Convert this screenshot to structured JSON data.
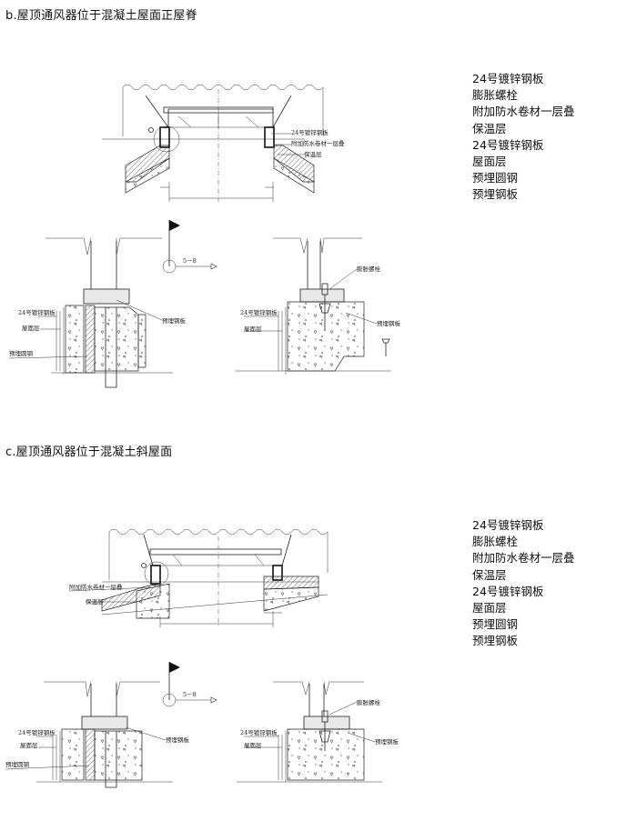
{
  "sections": [
    {
      "title": "b.屋顶通风器位于混凝土屋面正屋脊",
      "legend": [
        "24号镀锌钢板",
        "膨胀螺栓",
        "附加防水卷材一层叠",
        "保温层",
        "24号镀锌钢板",
        "屋面层",
        "预埋圆钢",
        "预埋钢板"
      ],
      "main_labels": [
        "24号镀锌钢板",
        "附加防水卷材一层叠",
        "保温层"
      ],
      "detail_left": {
        "section_mark": "5－8",
        "labels": [
          "24号镀锌钢板",
          "屋面层",
          "预埋钢板",
          "预埋圆钢"
        ]
      },
      "detail_right": {
        "labels": [
          "膨胀螺栓",
          "24号镀锌钢板",
          "屋面层",
          "预埋钢板"
        ]
      }
    },
    {
      "title": "c.屋顶通风器位于混凝土斜屋面",
      "legend": [
        "24号镀锌钢板",
        "膨胀螺栓",
        "附加防水卷材一层叠",
        "保温层",
        "24号镀锌钢板",
        "屋面层",
        "预埋圆钢",
        "预埋钢板"
      ],
      "main_labels": [
        "附加防水卷材一层叠",
        "保温层"
      ],
      "detail_left": {
        "section_mark": "5－8",
        "labels": [
          "24号镀锌钢板",
          "屋面层",
          "预埋钢板",
          "预埋圆钢"
        ]
      },
      "detail_right": {
        "labels": [
          "膨胀螺栓",
          "24号镀锌钢板",
          "屋面层",
          "预埋钢板"
        ]
      }
    }
  ]
}
